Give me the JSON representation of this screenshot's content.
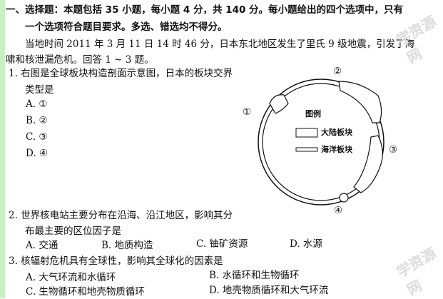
{
  "section_header": {
    "line1": "一、选择题：本题包括 35 小题，每小题 4 分，共 140 分。每小题给出的四个选项中，只有",
    "line2": "一个选项符合题目要求。多选、错选均不得分。"
  },
  "stem": {
    "line1": "当地时间 2011 年 3 月 11 日 14 时 46 分，日本东北地区发生了里氏 9 级地震，引发了海",
    "line2": "啸和核泄漏危机。回答 1 ~ 3 题。"
  },
  "questions": [
    {
      "line1": "1. 右图是全球板块构造剖面示意图，日本的板块交界",
      "line2": "类型是",
      "options": [
        "A. ①",
        "B. ②",
        "C. ③",
        "D. ④"
      ]
    },
    {
      "line1": "2. 世界核电站主要分布在沿海、沿江地区，影响其分",
      "line2": "布最主要的区位因子是",
      "options": [
        "A. 交通",
        "B. 地质构造",
        "C. 铀矿资源",
        "D. 水源"
      ]
    },
    {
      "line1": "3. 核辐射危机具有全球性，影响其全球化的因素是",
      "options": [
        "A. 大气环流和水循环",
        "B. 水循环和生物循环",
        "C. 生物循环和地壳物质循环",
        "D. 地壳物质循环和大气环流"
      ]
    }
  ],
  "diagram": {
    "labels": [
      "①",
      "②",
      "③",
      "④"
    ],
    "legend_title": "图例",
    "legend_continental": "大陆板块",
    "legend_oceanic": "海洋板块"
  },
  "watermark": "学资源网"
}
